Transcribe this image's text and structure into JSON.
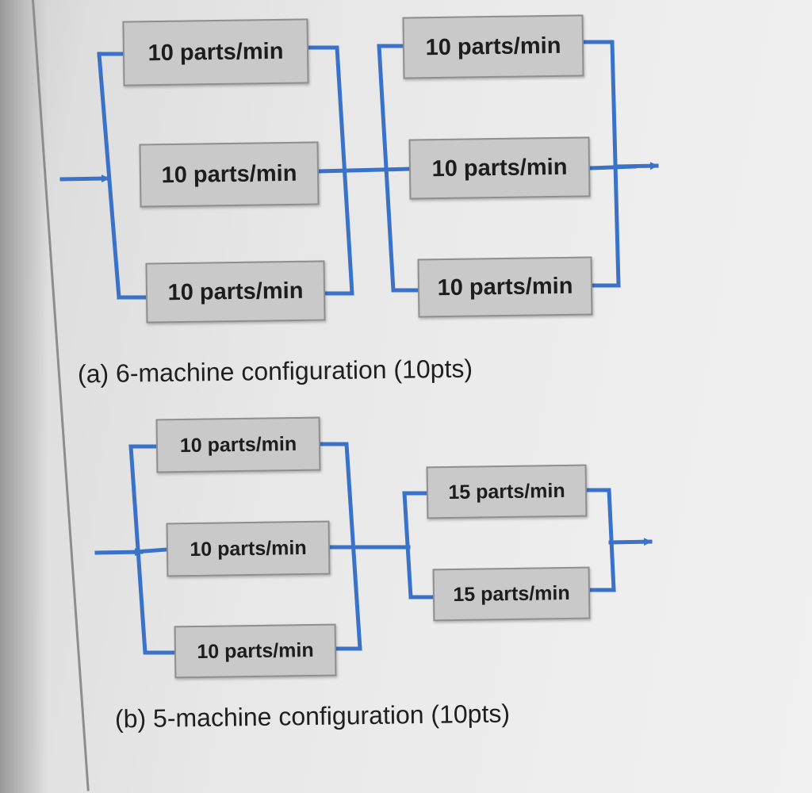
{
  "colors": {
    "connector": "#3a72c9",
    "machine_fill": "#c9c9c9"
  },
  "config_a": {
    "caption": "(a) 6-machine configuration (10pts)",
    "stage1": [
      "10 parts/min",
      "10 parts/min",
      "10 parts/min"
    ],
    "stage2": [
      "10 parts/min",
      "10 parts/min",
      "10 parts/min"
    ]
  },
  "config_b": {
    "caption": "(b) 5-machine configuration (10pts)",
    "stage1": [
      "10 parts/min",
      "10 parts/min",
      "10 parts/min"
    ],
    "stage2": [
      "15 parts/min",
      "15 parts/min"
    ]
  }
}
